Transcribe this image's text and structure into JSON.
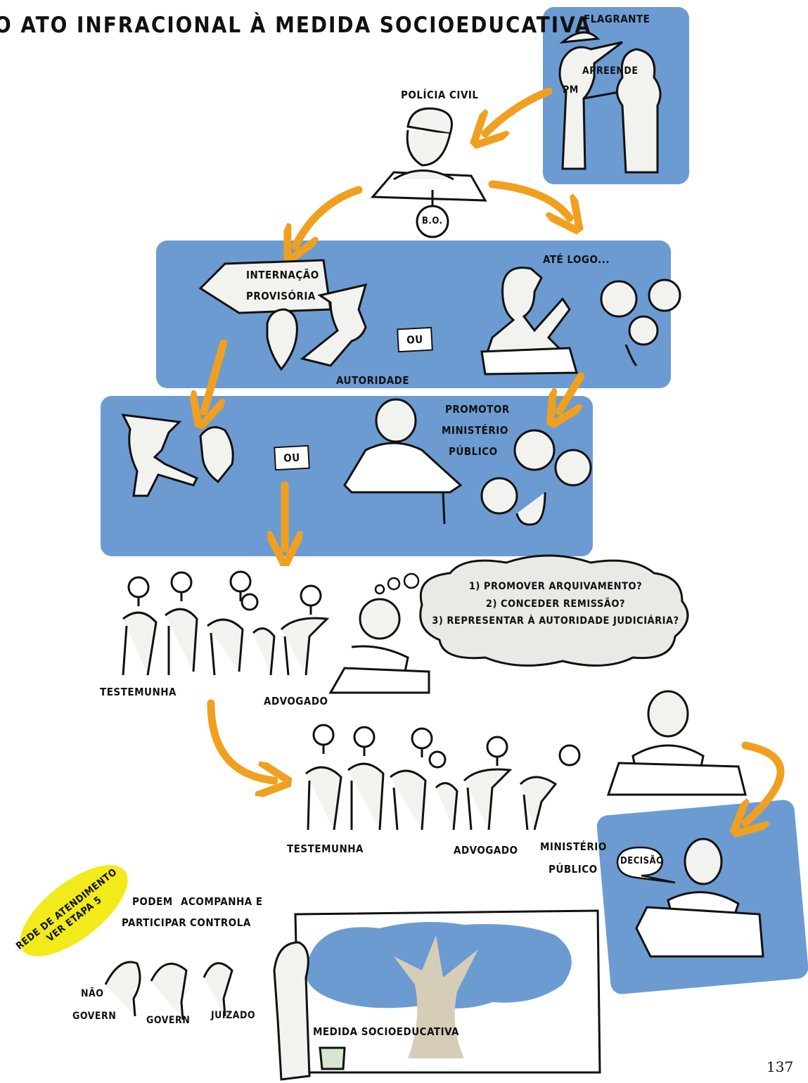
{
  "title": "O ATO INFRACIONAL À MEDIDA SOCIOEDUCATIVA",
  "labels": {
    "flagrante": "FLAGRANTE",
    "apreende": "APREENDE",
    "pm": "PM",
    "policia_civil": "POLÍCIA CIVIL",
    "bo": "B.O.",
    "internacao": "INTERNAÇÃO",
    "provisoria": "PROVISÓRIA",
    "ate_logo": "ATÉ LOGO...",
    "ou_1": "OU",
    "autoridade": "AUTORIDADE",
    "promotor": "PROMOTOR",
    "ministerio": "MINISTÉRIO",
    "publico": "PÚBLICO",
    "ou_2": "OU",
    "cloud_1": "1) PROMOVER ARQUIVAMENTO?",
    "cloud_2": "2) CONCEDER REMISSÃO?",
    "cloud_3": "3) REPRESENTAR À AUTORIDADE JUDICIÁRIA?",
    "testemunha_1": "TESTEMUNHA",
    "advogado_1": "ADVOGADO",
    "testemunha_2": "TESTEMUNHA",
    "advogado_2": "ADVOGADO",
    "ministerio_2": "MINISTÉRIO",
    "publico_2": "PÚBLICO",
    "decisao": "DECISÃO",
    "rede_1": "REDE DE ATENDIMENTO",
    "rede_2": "VER ETAPA 5",
    "podem": "PODEM",
    "participar": "PARTICIPAR",
    "acompanha": "ACOMPANHA E",
    "controla": "CONTROLA",
    "nao": "NÃO",
    "govern_1": "GOVERN",
    "govern_2": "GOVERN",
    "juizado": "JUIZADO",
    "medida": "MEDIDA SOCIOEDUCATIVA"
  },
  "page_number": "137",
  "colors": {
    "panel": "#6c9bd2",
    "arrow": "#f0a020",
    "badge": "#f2ea1b",
    "tree": "#d6cdb8",
    "ink": "#111111"
  }
}
